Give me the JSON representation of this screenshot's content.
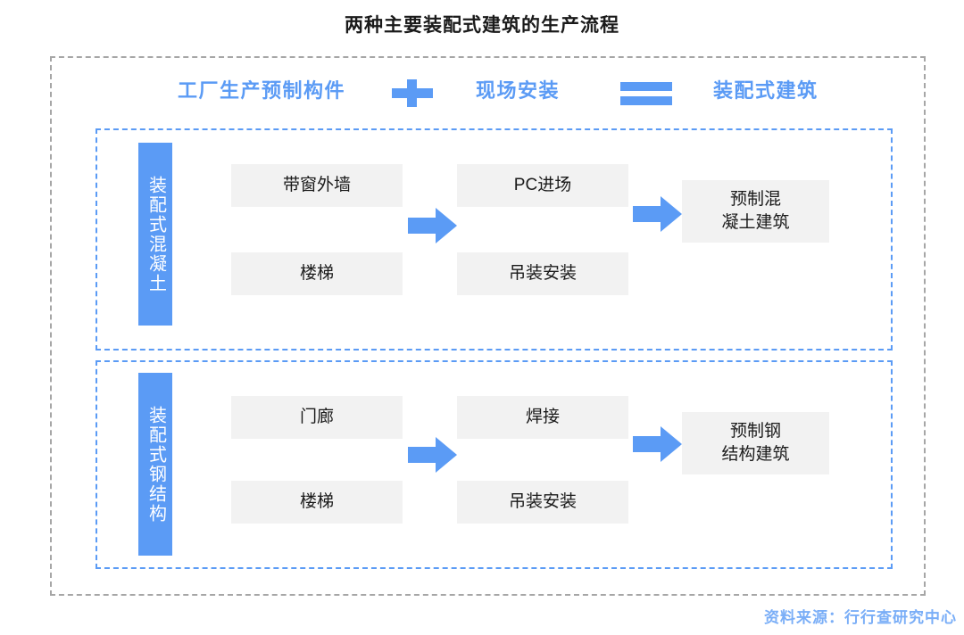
{
  "title": "两种主要装配式建筑的生产流程",
  "colors": {
    "accent_blue": "#5B9BF5",
    "box_gray": "#F2F2F2",
    "frame_gray": "#A6A6A6",
    "source_blue": "#7AAEF7",
    "title_black": "#1A1A1A"
  },
  "equation": {
    "term1": "工厂生产预制构件",
    "operator1": "plus-icon",
    "term2": "现场安装",
    "operator2": "equals-icon",
    "term3": "装配式建筑"
  },
  "rows": [
    {
      "category": "装配式混凝土",
      "factory_steps": [
        "带窗外墙",
        "楼梯"
      ],
      "site_steps": [
        "PC进场",
        "吊装安装"
      ],
      "result_line1": "预制混",
      "result_line2": "凝土建筑",
      "arrow1": "right-arrow-icon",
      "arrow2": "right-arrow-icon"
    },
    {
      "category": "装配式钢结构",
      "factory_steps": [
        "门廊",
        "楼梯"
      ],
      "site_steps": [
        "焊接",
        "吊装安装"
      ],
      "result_line1": "预制钢",
      "result_line2": "结构建筑",
      "arrow1": "right-arrow-icon",
      "arrow2": "right-arrow-icon"
    }
  ],
  "source": "资料来源：行行查研究中心"
}
